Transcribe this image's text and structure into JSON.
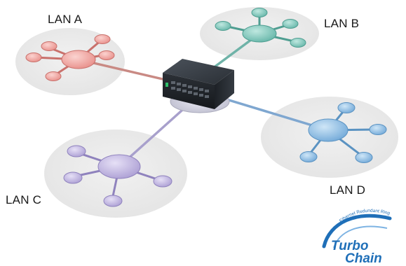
{
  "lans": [
    {
      "label": "LAN A",
      "color": "#ee9e9a",
      "stroke": "#c9716c"
    },
    {
      "label": "LAN B",
      "color": "#7ec9bd",
      "stroke": "#4f9e91"
    },
    {
      "label": "LAN C",
      "color": "#c3b7e2",
      "stroke": "#8f82bd"
    },
    {
      "label": "LAN D",
      "color": "#8ec0e6",
      "stroke": "#5b93c2"
    }
  ],
  "link_colors": {
    "a": "#c98a84",
    "b": "#6fb3a8",
    "c": "#a8a0cc",
    "d": "#7fa7d0"
  },
  "switch": {
    "icon": "network-switch-icon",
    "color": "#23272d"
  },
  "logo": {
    "line1": "Turbo",
    "line2": "Chain",
    "arc_text": "Ethernet Redundant Ring",
    "color": "#1f6fb8"
  }
}
